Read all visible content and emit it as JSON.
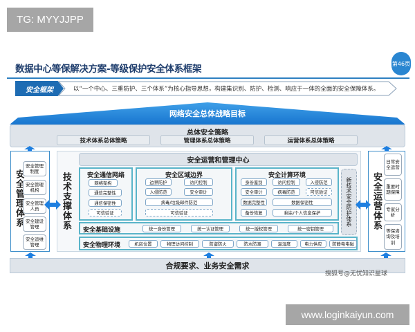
{
  "watermark_top": "TG: MYYJJPP",
  "watermark_bottom": "www.loginkaiyun.com",
  "watermark_source": "搜狐号@无忧知识星球",
  "title": "数据中心等保解决方案-等级保护安全体系框架",
  "page_badge": "第46页",
  "banner": {
    "tag": "安全框架",
    "text": "以“一个中心、三重防护、三个体系”为核心指导思想，构建集识别、防护、检测、响应于一体的全面的安全保障体系。"
  },
  "roof": "网络安全总体战略目标",
  "strategy": {
    "title": "总体安全策略",
    "items": [
      "技术体系总体策略",
      "管理体系总体策略",
      "运营体系总体策略"
    ]
  },
  "management": {
    "title": "安全管理体系",
    "items": [
      "安全管理制度",
      "安全管理机构",
      "安全管理人员",
      "安全建设管理",
      "安全运维管理"
    ]
  },
  "tech": {
    "title": "技术支撑体系",
    "center": "安全运营和管理中心",
    "network": {
      "title": "安全通信网络",
      "items": [
        "网络架构",
        "通信完整性",
        "通信保密性",
        "可信验证"
      ]
    },
    "boundary": {
      "title": "安全区域边界",
      "items": [
        "边界防护",
        "访问控制",
        "入侵防范",
        "安全审计",
        "病毒/垃圾邮件防范",
        "可信验证"
      ]
    },
    "compute": {
      "title": "安全计算环境",
      "items": [
        "身份鉴别",
        "访问控制",
        "入侵防范",
        "安全审计",
        "病毒防范",
        "可信验证",
        "数据完整性",
        "数据保密性",
        "备份恢复",
        "剩余/个人信息保护"
      ]
    },
    "newtech": "新技术安全防护体系",
    "infra": {
      "title": "安全基础设施",
      "items": [
        "统一身份管理",
        "统一认证管理",
        "统一授权管理",
        "统一密钥管理"
      ]
    },
    "physical": {
      "title": "安全物理环境",
      "items": [
        "机房位置",
        "物理访问控制",
        "防盗防火",
        "防水防潮",
        "温湿度",
        "电力供应",
        "防静电电磁"
      ]
    }
  },
  "operations": {
    "title": "安全运营体系",
    "items": [
      "日常安全运营",
      "重要时期保障",
      "专家分析",
      "等保咨询及培训"
    ]
  },
  "foundation": "合规要求、业务安全需求",
  "colors": {
    "primary": "#1e6cb3",
    "accent": "#2a86d1",
    "panel_border": "#59b4c9",
    "arrow": "#1e7fe0"
  }
}
